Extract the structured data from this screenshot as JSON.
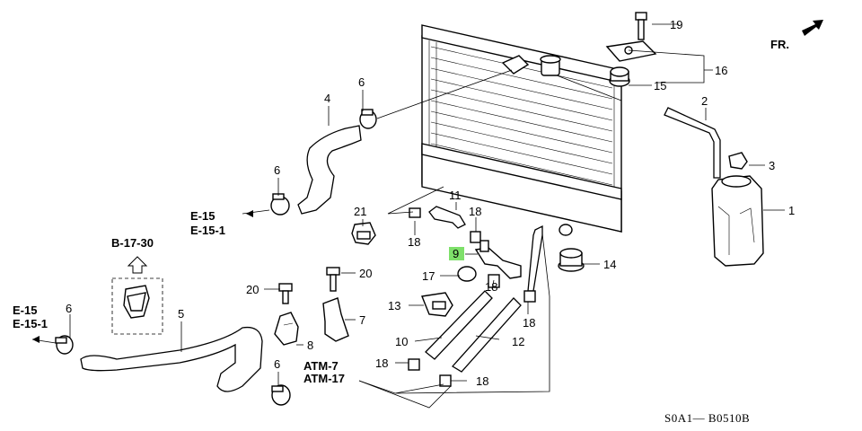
{
  "diagram": {
    "direction_label": "FR.",
    "drawing_code": "S0A1— B0510B",
    "refs": {
      "e15_upper": "E-15",
      "e151_upper": "E-15-1",
      "b1730": "B-17-30",
      "e15_lower": "E-15",
      "e151_lower": "E-15-1",
      "atm7": "ATM-7",
      "atm17": "ATM-17"
    },
    "callouts": {
      "c19": "19",
      "c16": "16",
      "c15": "15",
      "c2": "2",
      "c3": "3",
      "c1": "1",
      "c4": "4",
      "c6a": "6",
      "c6b": "6",
      "c6c": "6",
      "c6d": "6",
      "c21": "21",
      "c11": "11",
      "c18a": "18",
      "c18b": "18",
      "c18c": "18",
      "c18d": "18",
      "c18e": "18",
      "c18f": "18",
      "c9": "9",
      "c17": "17",
      "c14": "14",
      "c20a": "20",
      "c20b": "20",
      "c13": "13",
      "c7": "7",
      "c8": "8",
      "c5": "5",
      "c10": "10",
      "c12": "12"
    },
    "highlight_color": "#7ee06a"
  }
}
